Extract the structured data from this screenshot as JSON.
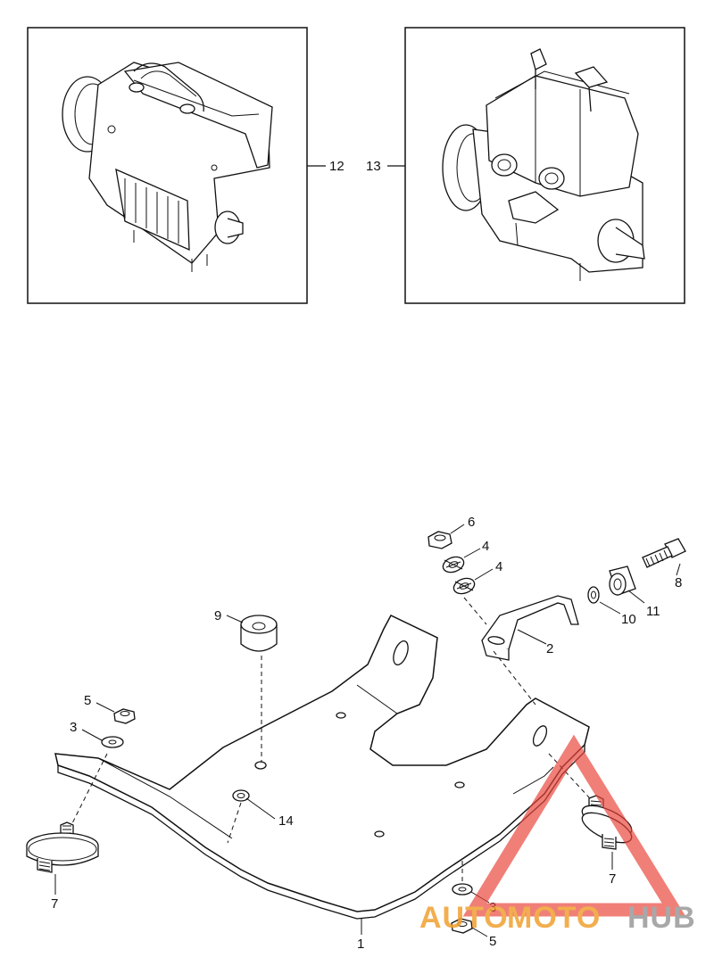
{
  "callouts": {
    "c1": "1",
    "c2": "2",
    "c3a": "3",
    "c3b": "3",
    "c4a": "4",
    "c4b": "4",
    "c5a": "5",
    "c5b": "5",
    "c6": "6",
    "c7a": "7",
    "c7b": "7",
    "c8": "8",
    "c9": "9",
    "c10": "10",
    "c11": "11",
    "c12": "12",
    "c13": "13",
    "c14": "14"
  },
  "watermark": {
    "part1": "AUTO",
    "part2": "MOTO",
    "part3": "HUB",
    "color_red": "#e8433a",
    "color_orange": "#f0a030",
    "color_gray": "#9a9a9a"
  },
  "colors": {
    "line": "#111111",
    "background": "#ffffff"
  }
}
